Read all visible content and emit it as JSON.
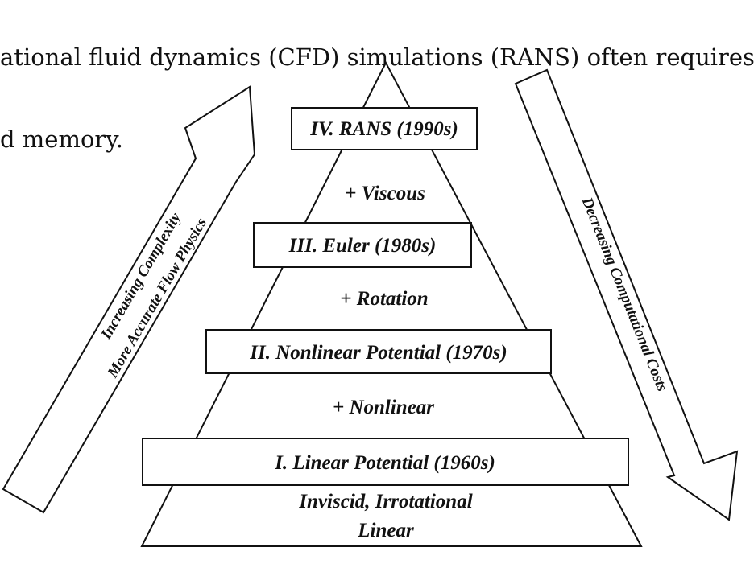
{
  "caption": {
    "lines": [
      "ational fluid dynamics (CFD) simulations (RANS) often requires many hours of run time",
      "d memory."
    ]
  },
  "pyramid": {
    "levels": [
      {
        "label": "IV. RANS (1990s)"
      },
      {
        "label": "III. Euler (1980s)"
      },
      {
        "label": "II. Nonlinear Potential (1970s)"
      },
      {
        "label": "I. Linear Potential (1960s)"
      }
    ],
    "additions": [
      {
        "label": "+ Viscous"
      },
      {
        "label": "+ Rotation"
      },
      {
        "label": "+ Nonlinear"
      }
    ],
    "base_lines": [
      "Inviscid, Irrotational",
      "Linear"
    ]
  },
  "left_arrow": {
    "lines": [
      "Increasing Complexity",
      "More Accurate Flow Physics"
    ]
  },
  "right_arrow": {
    "lines": [
      "Decreasing Computational Costs"
    ]
  },
  "colors": {
    "ink": "#111111",
    "background": "#ffffff"
  }
}
